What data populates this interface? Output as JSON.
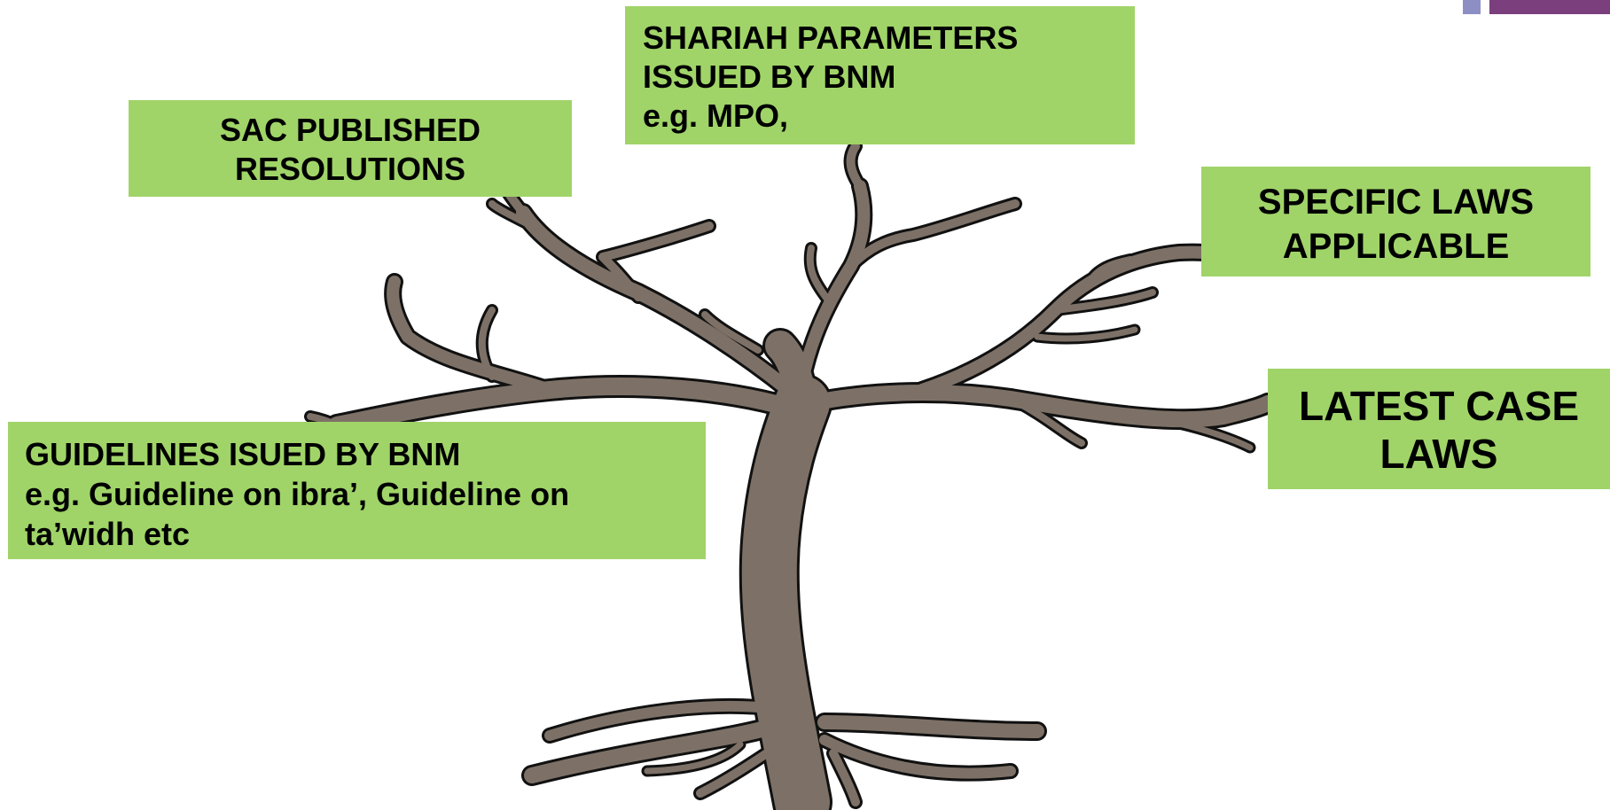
{
  "boxes": {
    "shariah": {
      "lines": [
        "SHARIAH PARAMETERS",
        "ISSUED BY BNM",
        "e.g. MPO,"
      ]
    },
    "sac": {
      "lines": [
        "SAC PUBLISHED",
        "RESOLUTIONS"
      ]
    },
    "specific": {
      "lines": [
        "SPECIFIC LAWS",
        "APPLICABLE"
      ]
    },
    "case": {
      "lines": [
        "LATEST CASE",
        "LAWS"
      ]
    },
    "guidelines": {
      "lines": [
        "GUIDELINES ISUED BY BNM",
        "e.g. Guideline on ibra’, Guideline on",
        "ta’widh etc"
      ]
    }
  },
  "colors": {
    "box_fill": "#a0d468",
    "tree_fill": "#7d7167",
    "tree_outline": "#111111",
    "accent_purple": "#7a3f7c",
    "accent_lavender": "#8d8fc4"
  },
  "icons": {
    "tree": "bare-tree-icon"
  }
}
